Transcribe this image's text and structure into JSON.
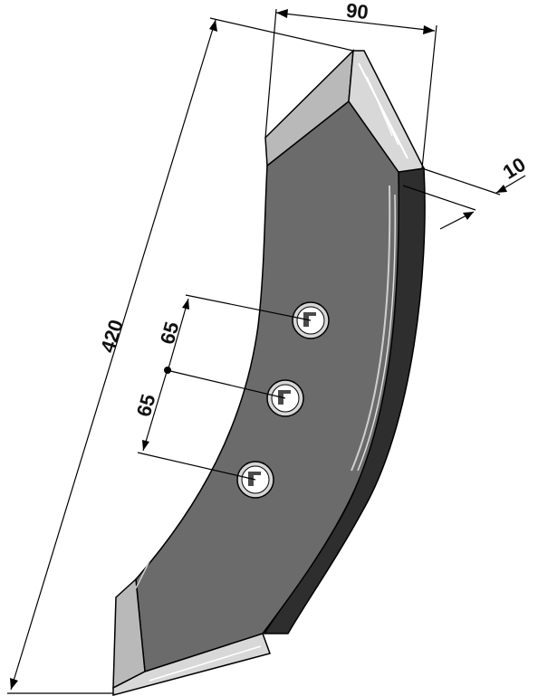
{
  "dimensions": {
    "width_top": "90",
    "thickness": "10",
    "length": "420",
    "hole_spacing_upper": "65",
    "hole_spacing_lower": "65"
  },
  "colors": {
    "blade_face": "#6b6b6b",
    "blade_edge_dark": "#2e2e2e",
    "bevel_light": "#b9b9b9",
    "bevel_lighter": "#d8d8d8",
    "hole_ring": "#d6d6d6",
    "outline": "#000000"
  },
  "parts": {
    "hole_count": 3
  }
}
